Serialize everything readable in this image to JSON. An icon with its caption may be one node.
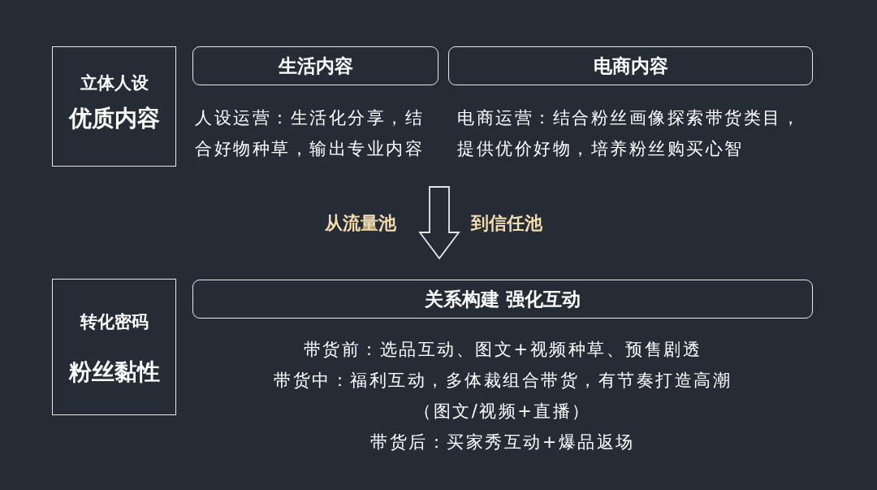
{
  "diagram": {
    "nodes": [
      {
        "text": [
          "立体人设",
          "优质内容"
        ]
      },
      {
        "text": [
          "生活内容"
        ],
        "beside": [
          "人设运营：生活化分享，结合好物种草，输出专业内容"
        ]
      },
      {
        "text": [
          "电商内容"
        ],
        "beside": [
          "电商运营：结合粉丝画像探索带货类目，提供优价好物，培养粉丝购买心智"
        ]
      },
      {
        "text": [
          "转化密码",
          "粉丝黏性"
        ]
      },
      {
        "text": [
          "关系构建 强化互动"
        ],
        "beside": [
          "带货前：选品互动、图文+视频种草、预售剧透",
          "带货中：福利互动，多体裁组合带货，有节奏打造高潮（图文/视频+直播）",
          "带货后：买家秀互动+爆品返场"
        ]
      }
    ],
    "labels": [
      "从流量池",
      "到信任池"
    ]
  }
}
